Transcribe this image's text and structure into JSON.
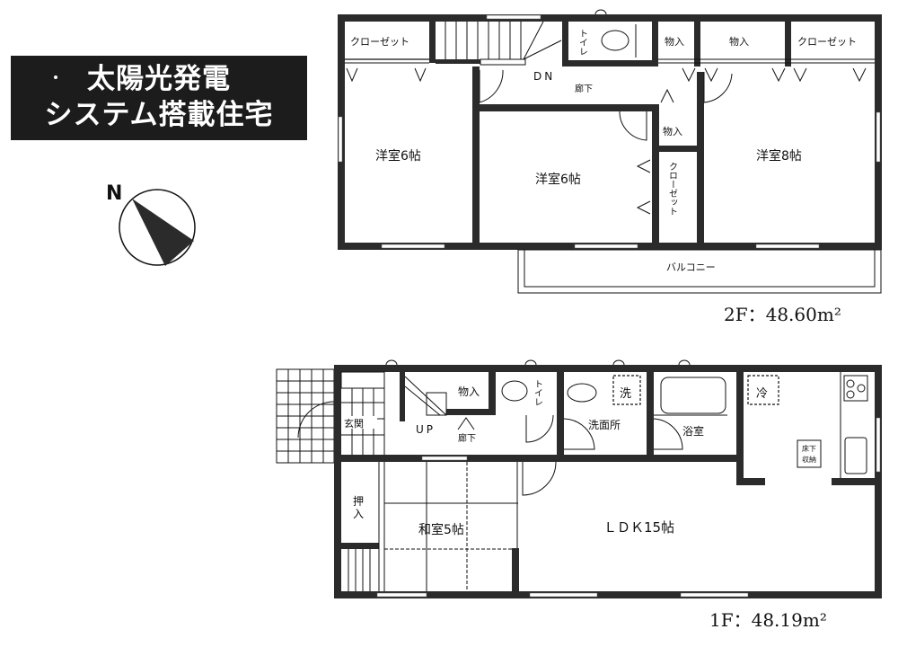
{
  "banner": {
    "line1": "太陽光発電",
    "line2": "システム搭載住宅"
  },
  "compass": {
    "label": "N",
    "icon": "north-arrow-icon"
  },
  "floor2": {
    "area_label": "2F：48.60m²",
    "rooms": {
      "closet_left": "クローゼット",
      "stairs_dn": "DN",
      "toilet": "トイレ",
      "hallway": "廊下",
      "storage_1": "物入",
      "storage_2": "物入",
      "closet_right": "クローゼット",
      "storage_3": "物入",
      "closet_middle": "クローゼット",
      "western_room_a": "洋室6帖",
      "western_room_b": "洋室6帖",
      "western_room_c": "洋室8帖",
      "balcony": "バルコニー"
    }
  },
  "floor1": {
    "area_label": "1F：48.19m²",
    "rooms": {
      "entrance": "玄関",
      "stairs_up": "UP",
      "storage": "物入",
      "toilet": "トイレ",
      "hallway": "廊下",
      "washroom": "洗面所",
      "washer": "洗",
      "bathroom": "浴室",
      "fridge": "冷",
      "underfloor_storage_1": "床下",
      "underfloor_storage_2": "収納",
      "closet_oshiire_1": "押",
      "closet_oshiire_2": "入",
      "japanese_room": "和室5帖",
      "ldk": "ＬＤＫ15帖"
    }
  }
}
